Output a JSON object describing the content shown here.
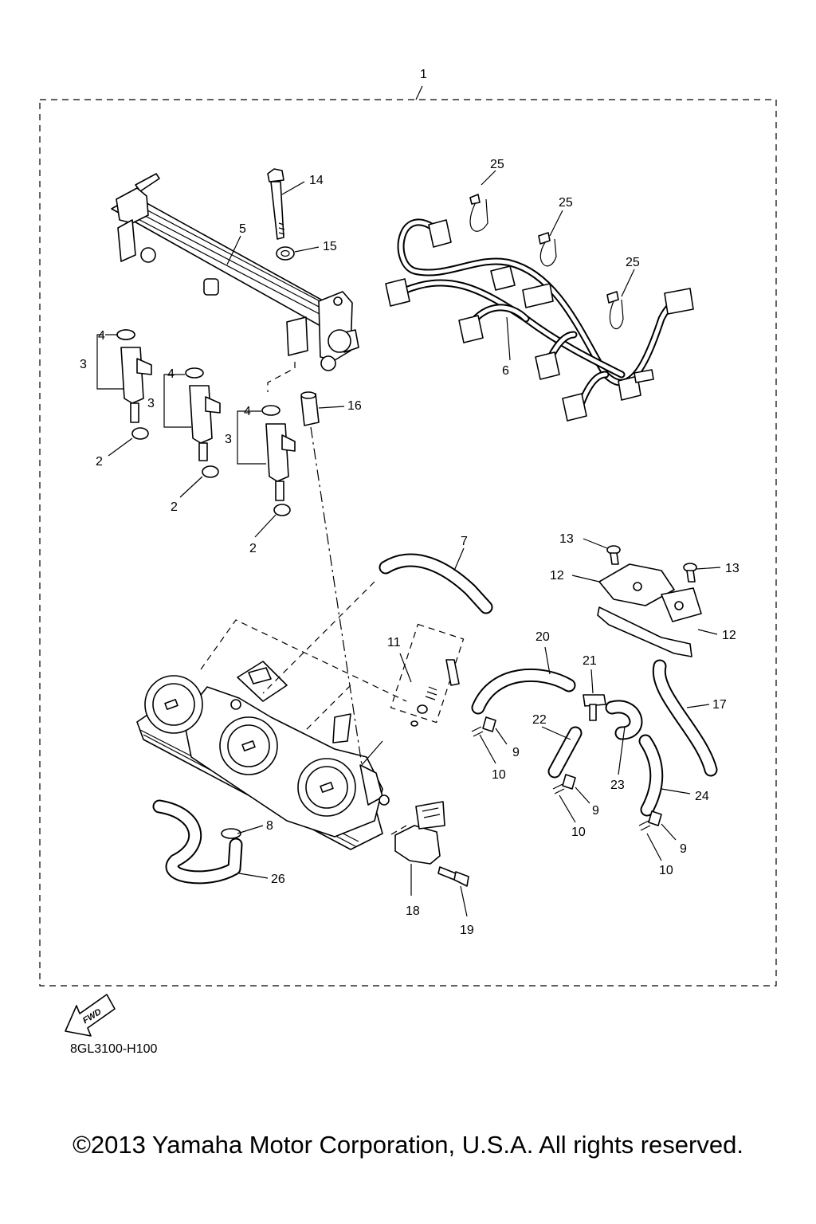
{
  "diagram_code": "8GL3100-H100",
  "copyright": "©2013 Yamaha Motor Corporation, U.S.A. All rights reserved.",
  "fwd_label": "FWD",
  "callouts": {
    "c1": "1",
    "c2a": "2",
    "c2b": "2",
    "c2c": "2",
    "c3a": "3",
    "c3b": "3",
    "c3c": "3",
    "c4a": "4",
    "c4b": "4",
    "c4c": "4",
    "c5": "5",
    "c6": "6",
    "c7": "7",
    "c8": "8",
    "c9a": "9",
    "c9b": "9",
    "c9c": "9",
    "c10a": "10",
    "c10b": "10",
    "c10c": "10",
    "c11": "11",
    "c12a": "12",
    "c12b": "12",
    "c13a": "13",
    "c13b": "13",
    "c14": "14",
    "c15": "15",
    "c16": "16",
    "c17": "17",
    "c18": "18",
    "c19": "19",
    "c20": "20",
    "c21": "21",
    "c22": "22",
    "c23": "23",
    "c24": "24",
    "c25a": "25",
    "c25b": "25",
    "c25c": "25",
    "c26": "26"
  }
}
